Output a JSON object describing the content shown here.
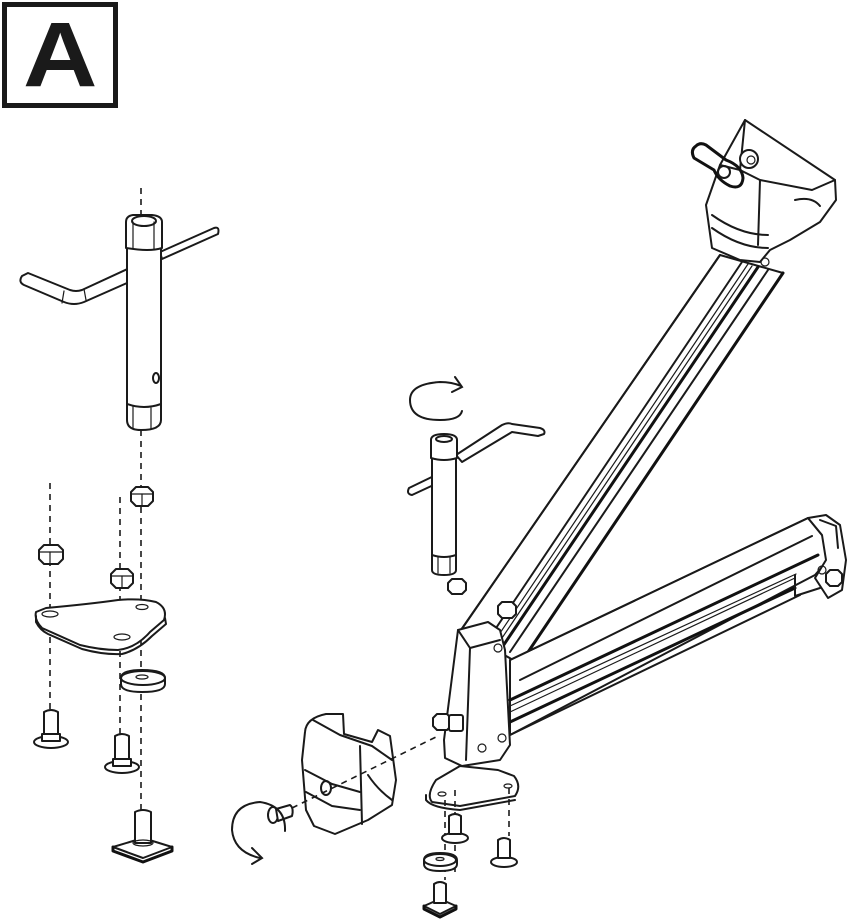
{
  "diagram": {
    "step_label": "A",
    "type": "exploded assembly illustration",
    "colors": {
      "line": "#1a1a1a",
      "background": "#ffffff"
    },
    "left_exploded_view": {
      "parts": [
        {
          "name": "tube socket wrench with T-bar handle",
          "count": 1
        },
        {
          "name": "hex nut",
          "count": 3
        },
        {
          "name": "triangular mounting plate",
          "count": 1
        },
        {
          "name": "flat washer",
          "count": 1
        },
        {
          "name": "flange bolt",
          "count": 2
        },
        {
          "name": "T-slot square-head bolt",
          "count": 1
        }
      ]
    },
    "center_tool": {
      "name": "tube socket wrench with rotate-clockwise arrow",
      "nut": "hex nut"
    },
    "right_assembly": {
      "parts": [
        {
          "name": "upright aluminium arm with top clamp and wing knob"
        },
        {
          "name": "diagonal lower aluminium arm"
        },
        {
          "name": "base foot plate"
        },
        {
          "name": "end cover cap"
        },
        {
          "name": "cover screw with rotate arrow"
        },
        {
          "name": "flange bolt",
          "count": 2
        },
        {
          "name": "flat washer",
          "count": 1
        },
        {
          "name": "T-slot square-head bolt",
          "count": 1
        }
      ]
    }
  }
}
